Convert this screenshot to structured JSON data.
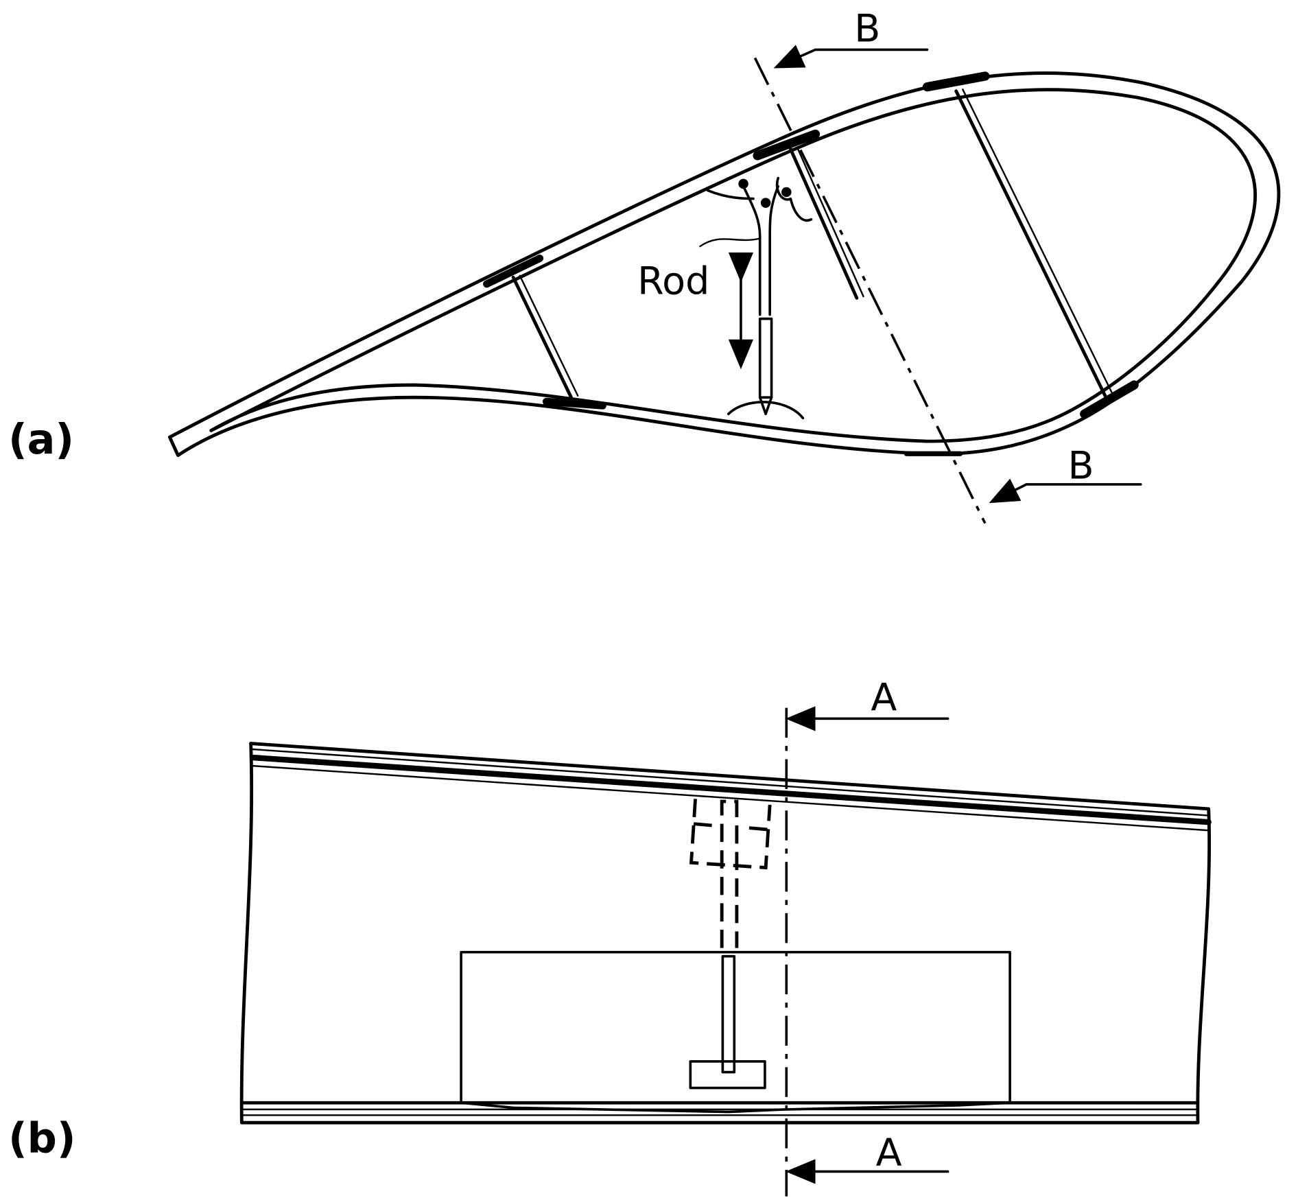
{
  "panels": [
    {
      "label": "(a)",
      "section_marker": "B",
      "part_label": "Rod"
    },
    {
      "label": "(b)",
      "section_marker": "A"
    }
  ],
  "colors": {
    "ink": "#000000",
    "background": "#ffffff"
  }
}
